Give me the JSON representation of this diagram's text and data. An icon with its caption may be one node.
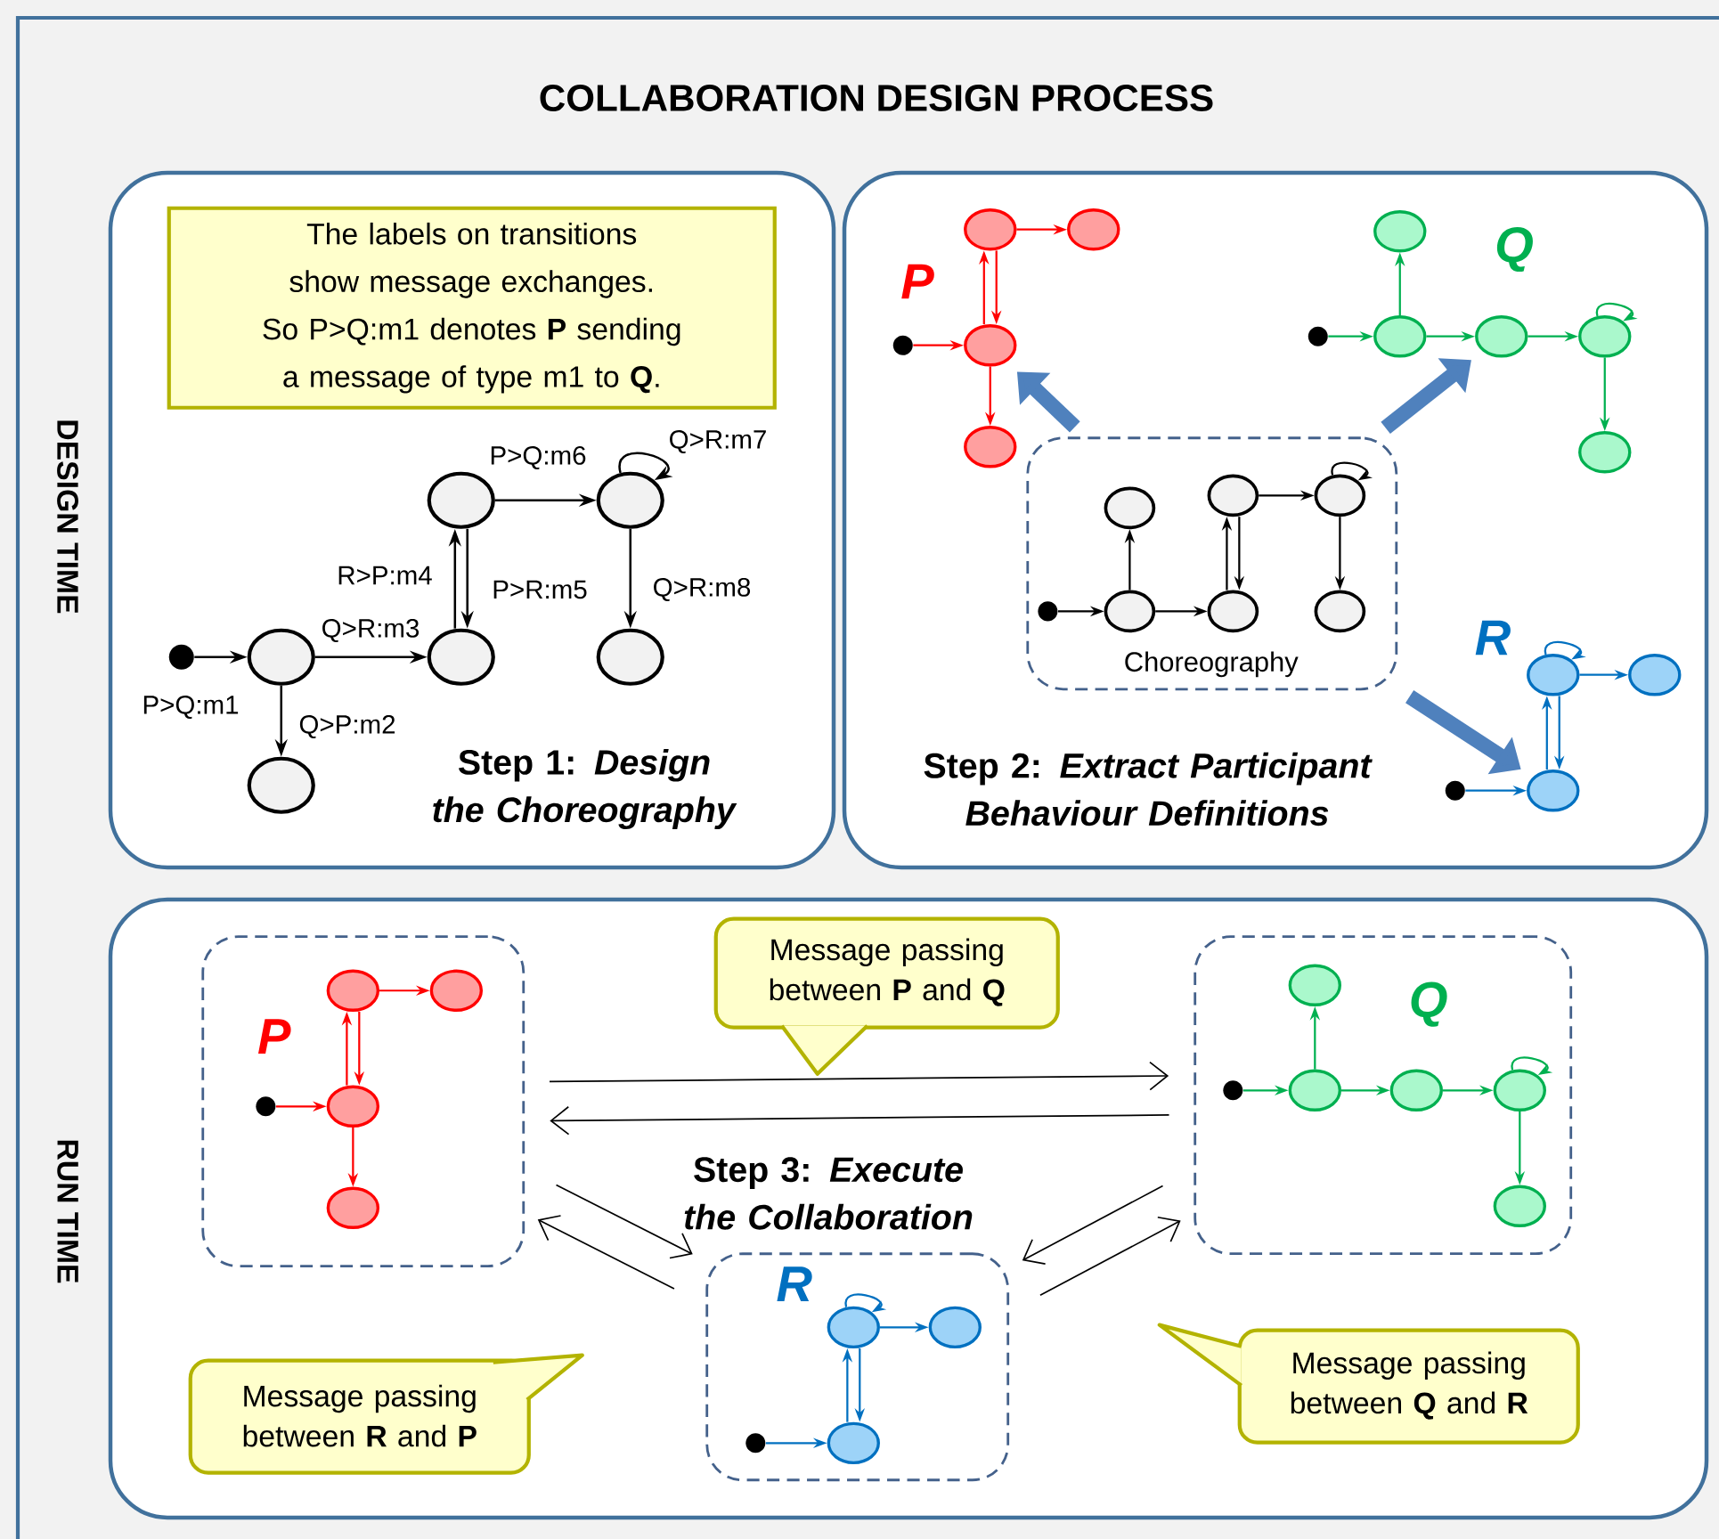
{
  "diagram": {
    "title": "COLLABORATION DESIGN PROCESS",
    "nodes": [
      {
        "text": [
          "Step 1: *Design the Choreography*"
        ]
      },
      {
        "text": [
          "The labels on transitions show message exchanges.",
          "So P>Q:m1 denotes **P** sending a message of type m1 to **Q**."
        ],
        "in": 0
      },
      {
        "text": [],
        "shape": "dot",
        "in": 0
      },
      {
        "text": [],
        "shape": "ellipse",
        "in": 0
      },
      {
        "text": [],
        "shape": "ellipse",
        "in": 0
      },
      {
        "text": [],
        "shape": "ellipse",
        "in": 0
      },
      {
        "text": [],
        "shape": "ellipse",
        "in": 0
      },
      {
        "text": [],
        "shape": "ellipse",
        "in": 0
      },
      {
        "text": [],
        "shape": "ellipse",
        "in": 0
      },
      {
        "text": [
          "Step 2: *Extract Participant Behaviour Definitions*"
        ]
      },
      {
        "text": [
          "Choreography"
        ],
        "in": 9
      },
      {
        "text": [],
        "shape": "dot",
        "in": 10
      },
      {
        "text": [],
        "shape": "ellipse",
        "in": 10
      },
      {
        "text": [],
        "shape": "ellipse",
        "in": 10
      },
      {
        "text": [],
        "shape": "ellipse",
        "in": 10
      },
      {
        "text": [],
        "shape": "ellipse",
        "in": 10
      },
      {
        "text": [],
        "shape": "ellipse",
        "in": 10
      },
      {
        "text": [],
        "shape": "ellipse",
        "in": 10
      },
      {
        "text": [],
        "shape": "dot",
        "in": 9
      },
      {
        "text": [],
        "shape": "ellipse",
        "in": 9
      },
      {
        "text": [],
        "shape": "ellipse",
        "in": 9
      },
      {
        "text": [],
        "shape": "ellipse",
        "in": 9
      },
      {
        "text": [],
        "shape": "ellipse",
        "in": 9
      },
      {
        "text": [],
        "shape": "dot",
        "in": 9
      },
      {
        "text": [],
        "shape": "ellipse",
        "in": 9
      },
      {
        "text": [],
        "shape": "ellipse",
        "in": 9
      },
      {
        "text": [],
        "shape": "ellipse",
        "in": 9
      },
      {
        "text": [],
        "shape": "ellipse",
        "in": 9
      },
      {
        "text": [],
        "shape": "ellipse",
        "in": 9
      },
      {
        "text": [],
        "shape": "dot",
        "in": 9
      },
      {
        "text": [],
        "shape": "ellipse",
        "in": 9
      },
      {
        "text": [],
        "shape": "ellipse",
        "in": 9
      },
      {
        "text": [],
        "shape": "ellipse",
        "in": 9
      },
      {
        "text": [
          "Step 3: *Execute the Collaboration*"
        ]
      },
      {
        "text": [
          "P"
        ],
        "in": 33
      },
      {
        "text": [],
        "shape": "dot",
        "in": 34
      },
      {
        "text": [],
        "shape": "ellipse",
        "in": 34
      },
      {
        "text": [],
        "shape": "ellipse",
        "in": 34
      },
      {
        "text": [],
        "shape": "ellipse",
        "in": 34
      },
      {
        "text": [],
        "shape": "ellipse",
        "in": 34
      },
      {
        "text": [
          "Q"
        ],
        "in": 33
      },
      {
        "text": [],
        "shape": "dot",
        "in": 40
      },
      {
        "text": [],
        "shape": "ellipse",
        "in": 40
      },
      {
        "text": [],
        "shape": "ellipse",
        "in": 40
      },
      {
        "text": [],
        "shape": "ellipse",
        "in": 40
      },
      {
        "text": [],
        "shape": "ellipse",
        "in": 40
      },
      {
        "text": [],
        "shape": "ellipse",
        "in": 40
      },
      {
        "text": [
          "R"
        ],
        "in": 33
      },
      {
        "text": [],
        "shape": "dot",
        "in": 47
      },
      {
        "text": [],
        "shape": "ellipse",
        "in": 47
      },
      {
        "text": [],
        "shape": "ellipse",
        "in": 47
      },
      {
        "text": [],
        "shape": "ellipse",
        "in": 47
      },
      {
        "text": [
          "Message passing between **P** and **Q**"
        ],
        "in": 33
      },
      {
        "text": [
          "Message passing between **R** and **P**"
        ],
        "in": 33
      },
      {
        "text": [
          "Message passing between **Q** and **R**"
        ],
        "in": 33
      }
    ],
    "edges": [
      {
        "from": 2,
        "to": 3,
        "arrow": "to",
        "label": "P>Q:m1"
      },
      {
        "from": 3,
        "to": 4,
        "arrow": "to",
        "label": "Q>P:m2"
      },
      {
        "from": 3,
        "to": 5,
        "arrow": "to",
        "label": "Q>R:m3"
      },
      {
        "from": 5,
        "to": 6,
        "arrow": "to",
        "label": "R>P:m4"
      },
      {
        "from": 6,
        "to": 5,
        "arrow": "to",
        "label": "P>R:m5"
      },
      {
        "from": 6,
        "to": 7,
        "arrow": "to",
        "label": "P>Q:m6"
      },
      {
        "from": 7,
        "to": 7,
        "arrow": "to",
        "label": "Q>R:m7"
      },
      {
        "from": 7,
        "to": 8,
        "arrow": "to",
        "label": "Q>R:m8"
      },
      {
        "from": 11,
        "to": 12,
        "arrow": "to"
      },
      {
        "from": 12,
        "to": 13,
        "arrow": "to"
      },
      {
        "from": 12,
        "to": 14,
        "arrow": "to"
      },
      {
        "from": 14,
        "to": 15,
        "arrow": "to"
      },
      {
        "from": 15,
        "to": 14,
        "arrow": "to"
      },
      {
        "from": 15,
        "to": 16,
        "arrow": "to"
      },
      {
        "from": 16,
        "to": 16,
        "arrow": "to"
      },
      {
        "from": 16,
        "to": 17,
        "arrow": "to"
      },
      {
        "from": 18,
        "to": 19,
        "arrow": "to",
        "color": "#ff0000"
      },
      {
        "from": 19,
        "to": 20,
        "arrow": "to",
        "color": "#ff0000"
      },
      {
        "from": 20,
        "to": 19,
        "arrow": "to",
        "color": "#ff0000"
      },
      {
        "from": 20,
        "to": 21,
        "arrow": "to",
        "color": "#ff0000"
      },
      {
        "from": 19,
        "to": 22,
        "arrow": "to",
        "color": "#ff0000"
      },
      {
        "from": 23,
        "to": 24,
        "arrow": "to",
        "color": "#00b050"
      },
      {
        "from": 24,
        "to": 25,
        "arrow": "to",
        "color": "#00b050"
      },
      {
        "from": 24,
        "to": 26,
        "arrow": "to",
        "color": "#00b050"
      },
      {
        "from": 26,
        "to": 27,
        "arrow": "to",
        "color": "#00b050"
      },
      {
        "from": 27,
        "to": 27,
        "arrow": "to",
        "color": "#00b050"
      },
      {
        "from": 27,
        "to": 28,
        "arrow": "to",
        "color": "#00b050"
      },
      {
        "from": 29,
        "to": 30,
        "arrow": "to",
        "color": "#0070c0"
      },
      {
        "from": 30,
        "to": 31,
        "arrow": "to",
        "color": "#0070c0"
      },
      {
        "from": 31,
        "to": 30,
        "arrow": "to",
        "color": "#0070c0"
      },
      {
        "from": 31,
        "to": 31,
        "arrow": "to",
        "color": "#0070c0"
      },
      {
        "from": 31,
        "to": 32,
        "arrow": "to",
        "color": "#0070c0"
      },
      {
        "from": 10,
        "to": 19,
        "arrow": "to",
        "style": "thick",
        "color": "#4f81bd"
      },
      {
        "from": 10,
        "to": 26,
        "arrow": "to",
        "style": "thick",
        "color": "#4f81bd"
      },
      {
        "from": 10,
        "to": 30,
        "arrow": "to",
        "style": "thick",
        "color": "#4f81bd"
      },
      {
        "from": 35,
        "to": 36,
        "arrow": "to",
        "color": "#ff0000"
      },
      {
        "from": 36,
        "to": 37,
        "arrow": "to",
        "color": "#ff0000"
      },
      {
        "from": 37,
        "to": 36,
        "arrow": "to",
        "color": "#ff0000"
      },
      {
        "from": 37,
        "to": 38,
        "arrow": "to",
        "color": "#ff0000"
      },
      {
        "from": 36,
        "to": 39,
        "arrow": "to",
        "color": "#ff0000"
      },
      {
        "from": 41,
        "to": 42,
        "arrow": "to",
        "color": "#00b050"
      },
      {
        "from": 42,
        "to": 43,
        "arrow": "to",
        "color": "#00b050"
      },
      {
        "from": 42,
        "to": 44,
        "arrow": "to",
        "color": "#00b050"
      },
      {
        "from": 44,
        "to": 45,
        "arrow": "to",
        "color": "#00b050"
      },
      {
        "from": 45,
        "to": 45,
        "arrow": "to",
        "color": "#00b050"
      },
      {
        "from": 45,
        "to": 46,
        "arrow": "to",
        "color": "#00b050"
      },
      {
        "from": 48,
        "to": 49,
        "arrow": "to",
        "color": "#0070c0"
      },
      {
        "from": 49,
        "to": 50,
        "arrow": "to",
        "color": "#0070c0"
      },
      {
        "from": 50,
        "to": 49,
        "arrow": "to",
        "color": "#0070c0"
      },
      {
        "from": 50,
        "to": 50,
        "arrow": "to",
        "color": "#0070c0"
      },
      {
        "from": 50,
        "to": 51,
        "arrow": "to",
        "color": "#0070c0"
      },
      {
        "from": 34,
        "to": 40,
        "arrow": "to"
      },
      {
        "from": 40,
        "to": 34,
        "arrow": "to"
      },
      {
        "from": 34,
        "to": 47,
        "arrow": "to"
      },
      {
        "from": 47,
        "to": 34,
        "arrow": "to"
      },
      {
        "from": 40,
        "to": 47,
        "arrow": "to"
      },
      {
        "from": 47,
        "to": 40,
        "arrow": "to"
      }
    ],
    "labels": [
      "DESIGN TIME",
      "RUN TIME",
      "P",
      "Q",
      "R"
    ]
  }
}
